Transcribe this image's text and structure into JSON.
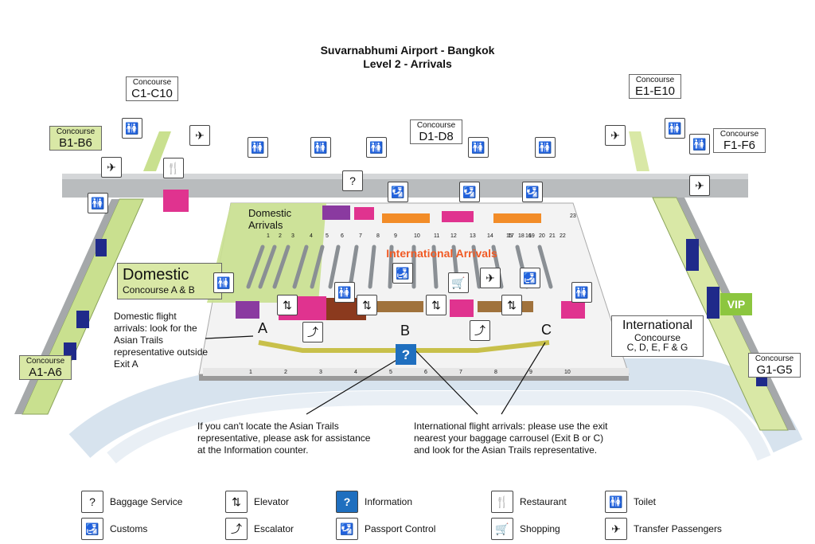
{
  "title": {
    "line1": "Suvarnabhumi Airport - Bangkok",
    "line2": "Level 2 - Arrivals"
  },
  "concourses": {
    "c": {
      "label": "Concourse",
      "gates": "C1-C10"
    },
    "b": {
      "label": "Concourse",
      "gates": "B1-B6"
    },
    "d": {
      "label": "Concourse",
      "gates": "D1-D8"
    },
    "e": {
      "label": "Concourse",
      "gates": "E1-E10"
    },
    "f": {
      "label": "Concourse",
      "gates": "F1-F6"
    },
    "a": {
      "label": "Concourse",
      "gates": "A1-A6"
    },
    "g": {
      "label": "Concourse",
      "gates": "G1-G5"
    }
  },
  "areas": {
    "domestic_arrivals": "Domestic\nArrivals",
    "international_arrivals": "International Arrivals",
    "domestic_title": "Domestic",
    "domestic_sub": "Concourse A & B",
    "international_title": "International",
    "international_sub1": "Concourse",
    "international_sub2": "C, D, E, F & G",
    "vip": "VIP"
  },
  "exits": {
    "a": "A",
    "b": "B",
    "c": "C"
  },
  "notes": {
    "domestic": "Domestic flight arrivals:  look for the Asian Trails representative outside Exit A",
    "info": "If you can't locate the Asian Trails representative, please ask for assistance at the Information counter.",
    "international": "International flight arrivals: please use the exit nearest your baggage carrousel (Exit B or C) and look for the Asian Trails representative."
  },
  "legend": [
    {
      "icon": "baggage-service-icon",
      "label": "Baggage Service"
    },
    {
      "icon": "customs-icon",
      "label": "Customs"
    },
    {
      "icon": "elevator-icon",
      "label": "Elevator"
    },
    {
      "icon": "escalator-icon",
      "label": "Escalator"
    },
    {
      "icon": "information-icon",
      "label": "Information"
    },
    {
      "icon": "passport-control-icon",
      "label": "Passport Control"
    },
    {
      "icon": "restaurant-icon",
      "label": "Restaurant"
    },
    {
      "icon": "shopping-icon",
      "label": "Shopping"
    },
    {
      "icon": "toilet-icon",
      "label": "Toilet"
    },
    {
      "icon": "transfer-passengers-icon",
      "label": "Transfer Passengers"
    }
  ],
  "carousel_numbers": [
    "1",
    "2",
    "3",
    "4",
    "5",
    "6",
    "7",
    "8",
    "9",
    "10",
    "11",
    "12",
    "13",
    "14",
    "15",
    "16",
    "17",
    "18",
    "19",
    "20",
    "21",
    "22",
    "23"
  ],
  "exit_door_numbers": [
    "1",
    "2",
    "3",
    "4",
    "5",
    "6",
    "7",
    "8",
    "9",
    "10"
  ],
  "colors": {
    "domestic_green": "#c9e08f",
    "international_green": "#d9e8a6",
    "walkway_gray": "#b9bcbe",
    "road_blue": "#d7e3ee",
    "magenta": "#e0338f",
    "navy": "#1f2a8a",
    "info_blue": "#1f6fbf",
    "title_orange": "#f15a24"
  }
}
